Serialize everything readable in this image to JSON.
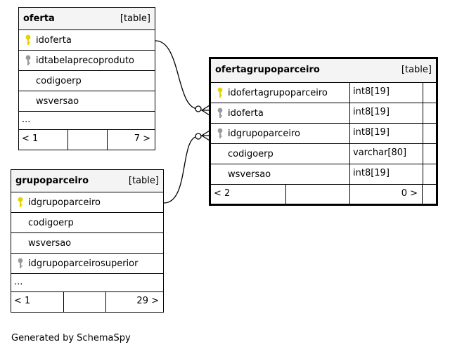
{
  "colors": {
    "primary_key": "#e6d200",
    "foreign_key": "#9a9a9a",
    "header_bg": "#f4f4f4"
  },
  "tables": {
    "oferta": {
      "name": "oferta",
      "kind": "[table]",
      "columns": [
        {
          "name": "idoferta",
          "icon": "primary-key-icon"
        },
        {
          "name": "idtabelaprecoproduto",
          "icon": "foreign-key-icon"
        },
        {
          "name": "codigoerp",
          "icon": ""
        },
        {
          "name": "wsversao",
          "icon": ""
        }
      ],
      "more": "...",
      "footer": {
        "parents": "< 1",
        "children": "7 >"
      }
    },
    "grupoparceiro": {
      "name": "grupoparceiro",
      "kind": "[table]",
      "columns": [
        {
          "name": "idgrupoparceiro",
          "icon": "primary-key-icon"
        },
        {
          "name": "codigoerp",
          "icon": ""
        },
        {
          "name": "wsversao",
          "icon": ""
        },
        {
          "name": "idgrupoparceirosuperior",
          "icon": "foreign-key-icon"
        }
      ],
      "more": "...",
      "footer": {
        "parents": "< 1",
        "children": "29 >"
      }
    },
    "ofertagrupoparceiro": {
      "name": "ofertagrupoparceiro",
      "kind": "[table]",
      "columns": [
        {
          "name": "idofertagrupoparceiro",
          "type": "int8[19]",
          "icon": "primary-key-icon"
        },
        {
          "name": "idoferta",
          "type": "int8[19]",
          "icon": "foreign-key-icon"
        },
        {
          "name": "idgrupoparceiro",
          "type": "int8[19]",
          "icon": "foreign-key-icon"
        },
        {
          "name": "codigoerp",
          "type": "varchar[80]",
          "icon": ""
        },
        {
          "name": "wsversao",
          "type": "int8[19]",
          "icon": ""
        }
      ],
      "footer": {
        "parents": "< 2",
        "children": "0 >"
      }
    }
  },
  "generated_by": "Generated by SchemaSpy"
}
